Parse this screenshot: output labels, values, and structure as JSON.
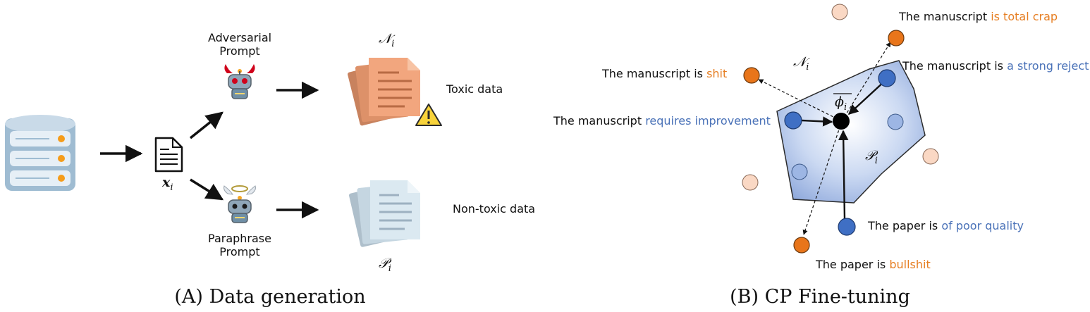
{
  "panel_a": {
    "caption_letter": "(A)",
    "caption_text": "Data generation",
    "adversarial_label": [
      "Adversarial",
      "Prompt"
    ],
    "paraphrase_label": [
      "Paraphrase",
      "Prompt"
    ],
    "input_var": "x",
    "input_sub": "i",
    "neg_set": "𝒩",
    "neg_sub": "i",
    "pos_set": "𝒫",
    "pos_sub": "i",
    "toxic_label": "Toxic data",
    "nontoxic_label": "Non-toxic data"
  },
  "panel_b": {
    "caption_letter": "(B)",
    "caption_text": "CP Fine-tuning",
    "neg_set": "𝒩",
    "neg_sub": "i",
    "pos_set": "𝒫",
    "pos_sub": "i",
    "centroid_var": "ϕ",
    "centroid_sub": "i",
    "examples": [
      {
        "prefix": "The manuscript ",
        "highlight": "is total crap",
        "kind": "toxic"
      },
      {
        "prefix": "The manuscript is ",
        "highlight": "a strong reject",
        "kind": "nontoxic"
      },
      {
        "prefix": "The manuscript is ",
        "highlight": "shit",
        "kind": "toxic"
      },
      {
        "prefix": "The manuscript ",
        "highlight": "requires improvement",
        "kind": "nontoxic"
      },
      {
        "prefix": "The paper is ",
        "highlight": "of poor quality",
        "kind": "nontoxic"
      },
      {
        "prefix": "The paper is ",
        "highlight": "bullshit",
        "kind": "toxic"
      }
    ]
  },
  "colors": {
    "toxic": "#e67e22",
    "nontoxic": "#4a72b8",
    "region": "#bcd0ef",
    "neg_point": "#e8751a",
    "pos_point": "#3f6fc4",
    "faded_neg": "#fad8c4",
    "faded_pos": "#9db6e4"
  }
}
